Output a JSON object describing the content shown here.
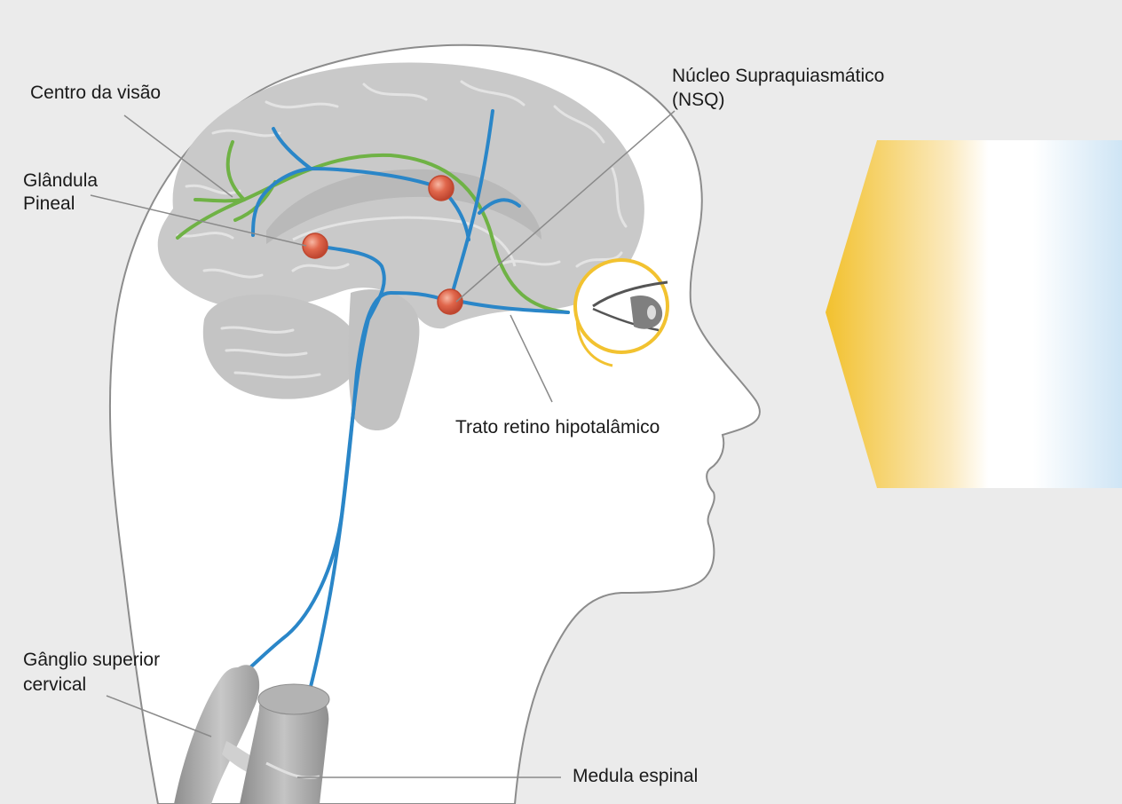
{
  "labels": {
    "visual_center": "Centro da visão",
    "pineal_gland_line1": "Glândula",
    "pineal_gland_line2": "Pineal",
    "scn_line1": "Núcleo Supraquiasmático",
    "scn_line2": "(NSQ)",
    "retinohypothalamic_tract": "Trato retino hipotalâmico",
    "superior_cervical_ganglion_line1": "Gânglio superior",
    "superior_cervical_ganglion_line2": "cervical",
    "spinal_cord": "Medula espinal"
  },
  "colors": {
    "background": "#ebebeb",
    "head": "#ffffff",
    "brain": "#c9c9c9",
    "nerve_blue": "#2a86c8",
    "optic_green": "#6fb245",
    "node": "#d9553e",
    "eye_ring": "#f2c230",
    "light_yellow": "#f2c12e",
    "light_blue": "#cfe5f5",
    "leader_line": "#8a8a8a"
  }
}
